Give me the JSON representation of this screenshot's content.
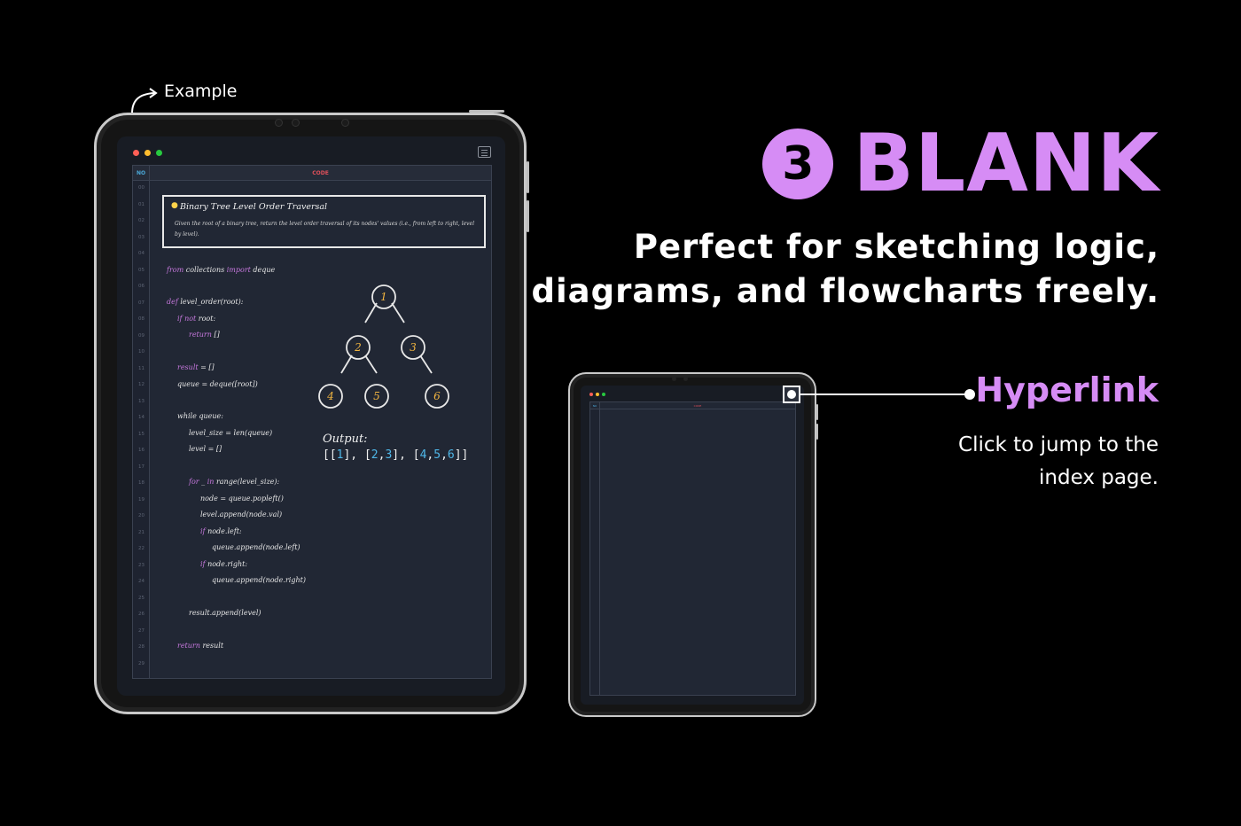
{
  "example_label": "Example",
  "big_tablet": {
    "header": {
      "no_label": "NO",
      "code_label": "CODE"
    },
    "line_numbers": [
      "00",
      "01",
      "02",
      "03",
      "04",
      "05",
      "06",
      "07",
      "08",
      "09",
      "10",
      "11",
      "12",
      "13",
      "14",
      "15",
      "16",
      "17",
      "18",
      "19",
      "20",
      "21",
      "22",
      "23",
      "24",
      "25",
      "26",
      "27",
      "28",
      "29"
    ],
    "problem": {
      "title": "Binary Tree Level Order Traversal",
      "description": "Given the root of a binary tree, return the level order traversal of its nodes' values (i.e., from left to right, level by level)."
    },
    "code": {
      "l1_kw": "from",
      "l1_mid": " collections ",
      "l1_kw2": "import",
      "l1_end": " deque",
      "l2_kw": "def",
      "l2_rest": " level_order(root):",
      "l3_kw": "if not",
      "l3_rest": " root:",
      "l4_kw": "return",
      "l4_rest": " []",
      "l5_kw": "result",
      "l5_rest": " = []",
      "l6": "queue = deque([root])",
      "l7": "while queue:",
      "l8": "level_size = len(queue)",
      "l9": "level = []",
      "l10_kw": "for",
      "l10_mid": " _ ",
      "l10_kw2": "in",
      "l10_rest": " range(level_size):",
      "l11": "node = queue.popleft()",
      "l12": "level.append(node.val)",
      "l13_kw": "if",
      "l13_rest": " node.left:",
      "l14": "queue.append(node.left)",
      "l15_kw": "if",
      "l15_rest": " node.right:",
      "l16": "queue.append(node.right)",
      "l17": "result.append(level)",
      "l18_kw": "return",
      "l18_rest": " result"
    },
    "tree_nodes": [
      "1",
      "2",
      "3",
      "4",
      "5",
      "6"
    ],
    "output": {
      "label": "Output:",
      "p1": "[[",
      "v1": "1",
      "p2": "], [",
      "v2": "2",
      "c1": ",",
      "v3": "3",
      "p3": "], [",
      "v4": "4",
      "c2": ",",
      "v5": "5",
      "c3": ",",
      "v6": "6",
      "p4": "]]"
    }
  },
  "headline": {
    "number": "3",
    "word": "BLANK"
  },
  "subtitle": "Perfect for sketching logic, diagrams, and flowcharts freely.",
  "small_tablet": {
    "no_label": "NO",
    "code_label": "CODE"
  },
  "hyperlink": {
    "title": "Hyperlink",
    "description": "Click to jump to the index page."
  },
  "colors": {
    "accent": "#d68cf5",
    "keyword": "#c678dd",
    "output_number": "#4fb7e8",
    "header_code": "#e0505a",
    "header_no": "#4aa8d8"
  }
}
